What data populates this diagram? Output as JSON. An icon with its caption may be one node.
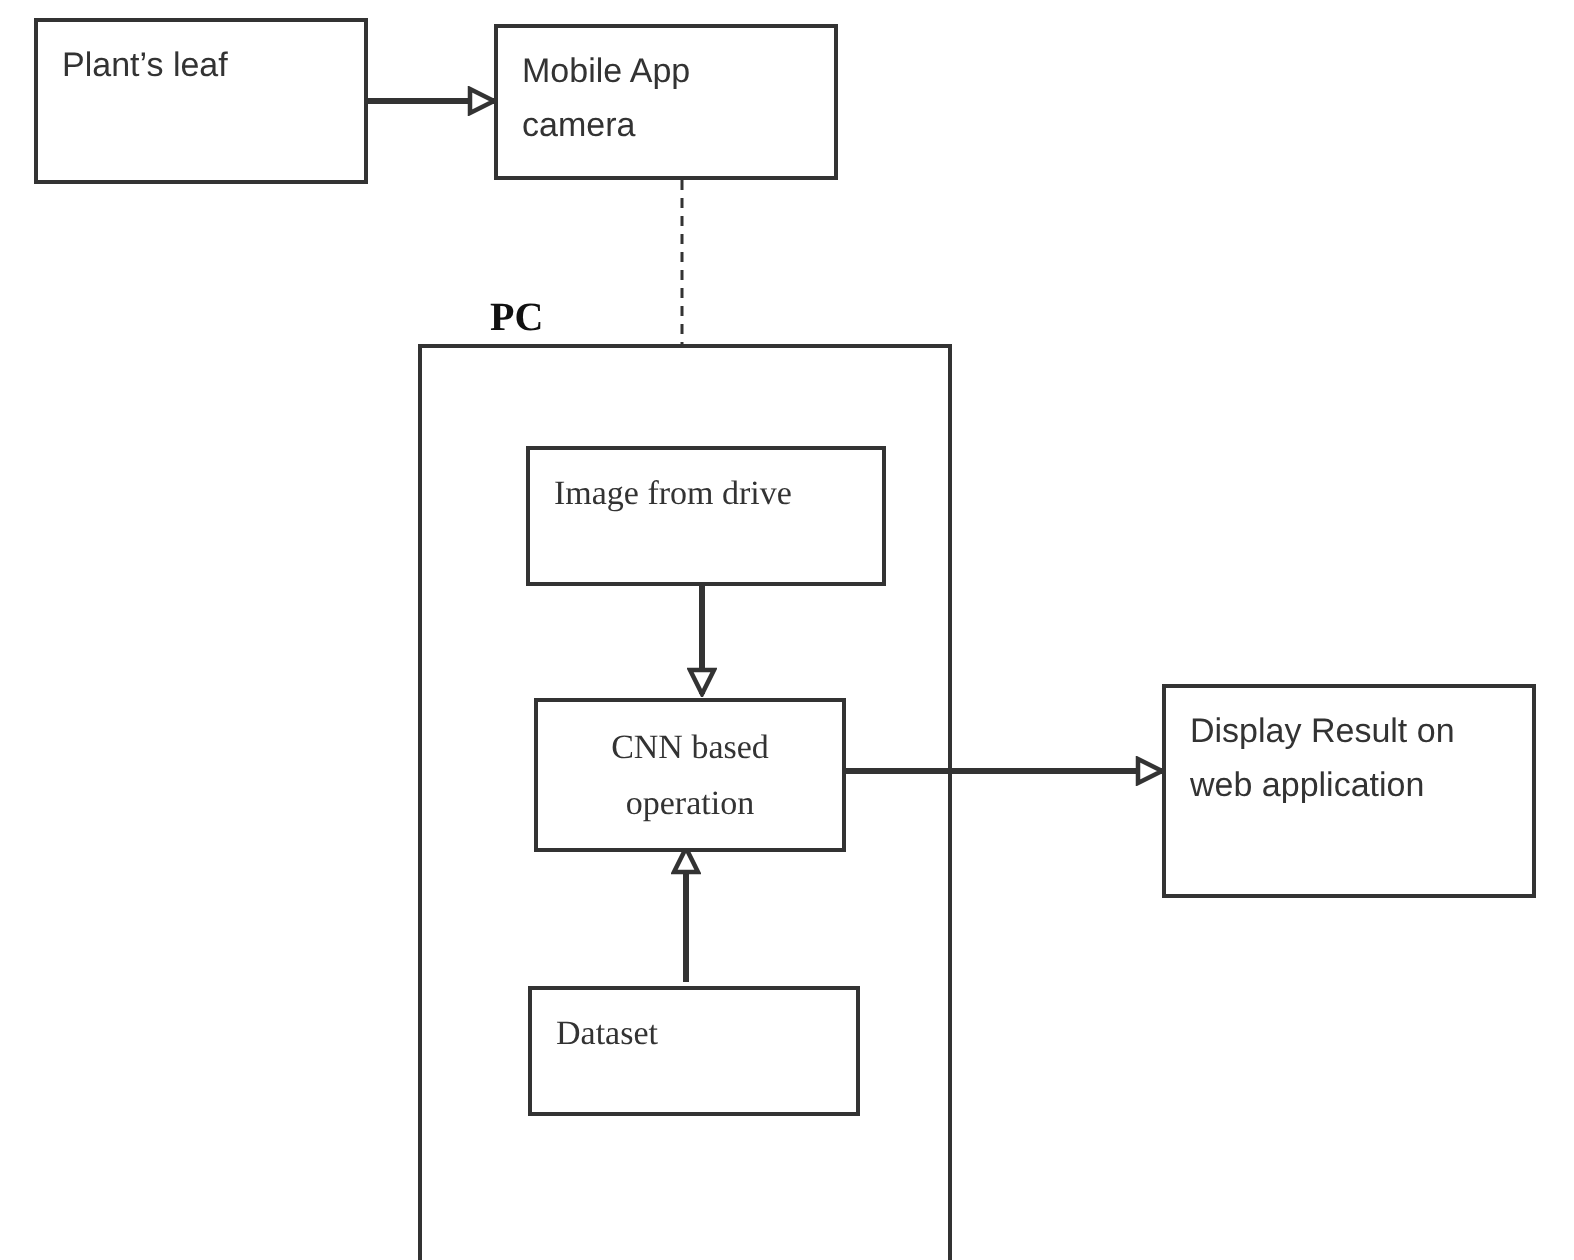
{
  "diagram": {
    "nodes": [
      {
        "text": [
          "Plant’s leaf"
        ]
      },
      {
        "text": [
          "Mobile App camera"
        ]
      },
      {
        "text": [
          "PC"
        ]
      },
      {
        "text": [
          "Image from drive"
        ],
        "in": 2
      },
      {
        "text": [
          "CNN based operation"
        ],
        "in": 2
      },
      {
        "text": [
          "Dataset"
        ],
        "in": 2
      },
      {
        "text": [
          "Display Result on web application"
        ]
      }
    ],
    "edges": [
      {
        "from": 0,
        "to": 1,
        "arrow": "to"
      },
      {
        "from": 1,
        "to": 2,
        "arrow": "none",
        "style": "dashed"
      },
      {
        "from": 3,
        "to": 4,
        "arrow": "to"
      },
      {
        "from": 5,
        "to": 4,
        "arrow": "to"
      },
      {
        "from": 4,
        "to": 6,
        "arrow": "to"
      }
    ]
  }
}
